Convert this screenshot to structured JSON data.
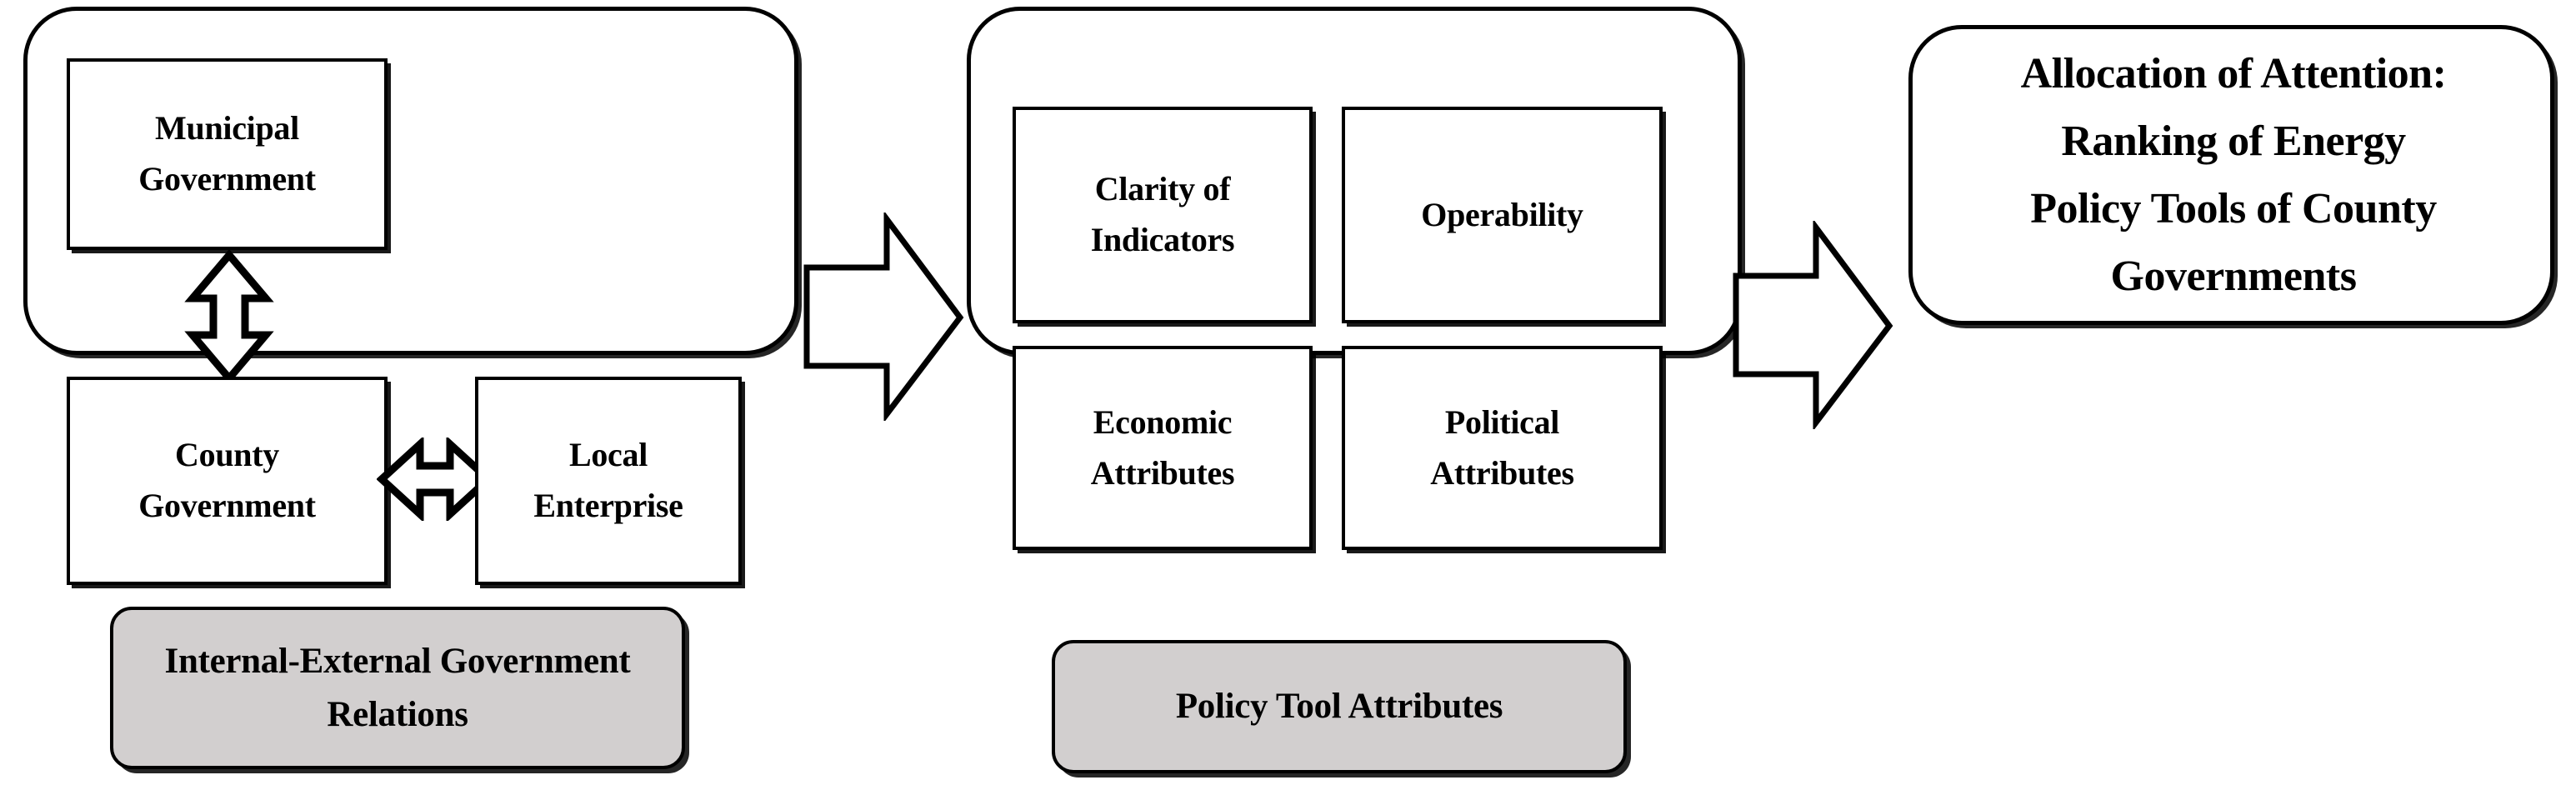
{
  "diagram": {
    "title": "Analytical framework linking government relations and policy tool attributes to attention allocation",
    "colors": {
      "panel_border": "#000000",
      "panel_fill": "#ffffff",
      "caption_fill": "#d2cfcf",
      "text": "#000000"
    },
    "stages": [
      {
        "id": "relations",
        "caption": "Internal-External\nGovernment Relations",
        "caption_lines": [
          "Internal-External",
          "Government Relations"
        ],
        "boxes": [
          {
            "id": "municipal",
            "lines": [
              "Municipal",
              "Government"
            ]
          },
          {
            "id": "county",
            "lines": [
              "County",
              "Government"
            ]
          },
          {
            "id": "enterprise",
            "lines": [
              "Local",
              "Enterprise"
            ]
          }
        ],
        "connectors": [
          {
            "id": "municipal-county",
            "type": "double-arrow-vertical",
            "from": "municipal",
            "to": "county"
          },
          {
            "id": "county-enterprise",
            "type": "double-arrow-horizontal",
            "from": "county",
            "to": "enterprise"
          }
        ]
      },
      {
        "id": "attributes",
        "caption": "Policy Tool Attributes",
        "caption_lines": [
          "Policy Tool Attributes"
        ],
        "boxes": [
          {
            "id": "clarity",
            "lines": [
              "Clarity of",
              "Indicators"
            ]
          },
          {
            "id": "operable",
            "lines": [
              "Operability"
            ]
          },
          {
            "id": "economic",
            "lines": [
              "Economic",
              "Attributes"
            ]
          },
          {
            "id": "political",
            "lines": [
              "Political",
              "Attributes"
            ]
          }
        ],
        "connectors": []
      },
      {
        "id": "outcome",
        "caption": "",
        "caption_lines": [],
        "text_lines": [
          "Allocation of Attention:",
          "Ranking of Energy",
          "Policy Tools of County",
          "Governments"
        ],
        "boxes": [],
        "connectors": []
      }
    ],
    "stage_arrows": [
      {
        "id": "arrow-stage-1",
        "from": "relations",
        "to": "attributes",
        "direction": "right"
      },
      {
        "id": "arrow-stage-2",
        "from": "attributes",
        "to": "outcome",
        "direction": "right"
      }
    ]
  }
}
